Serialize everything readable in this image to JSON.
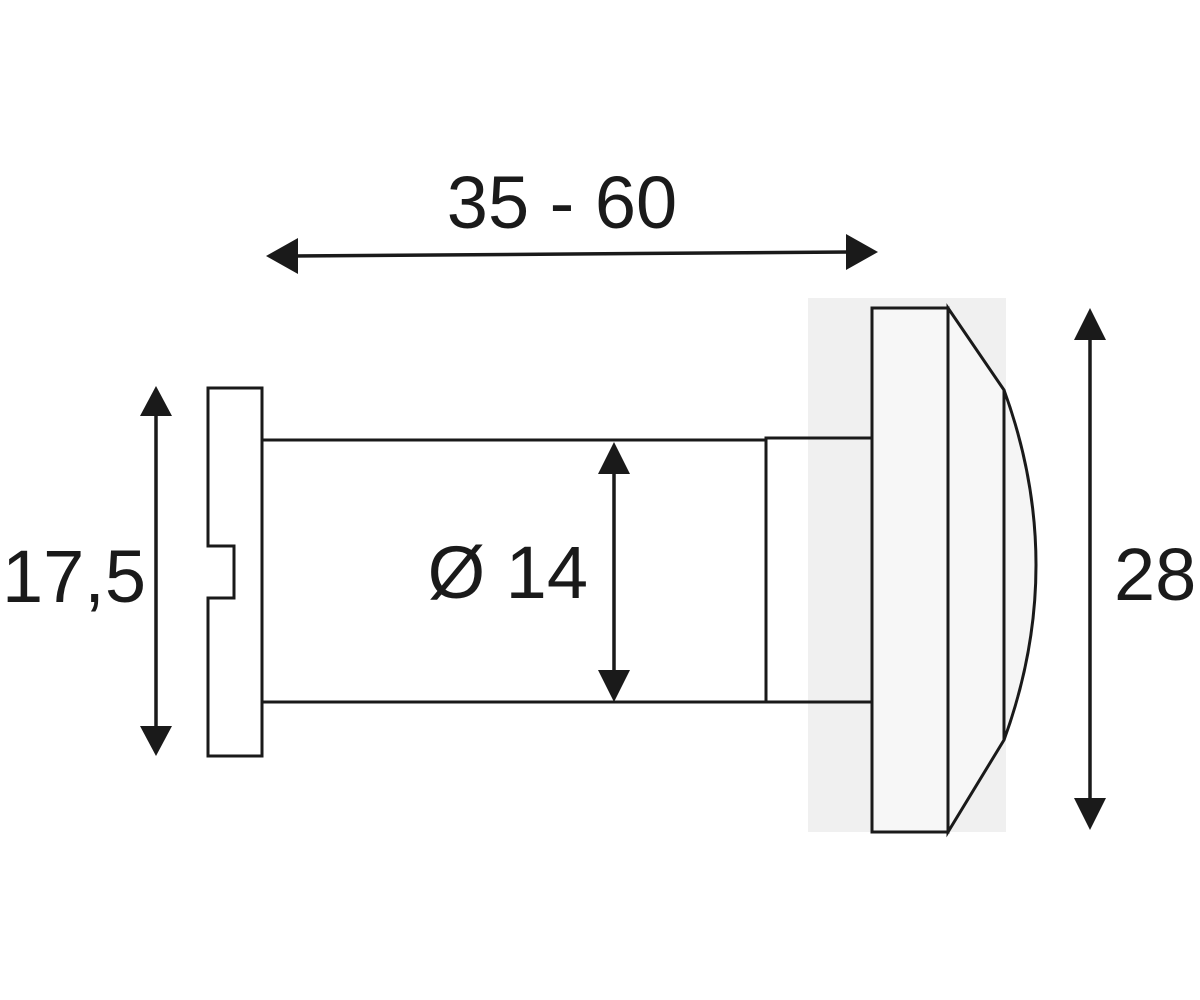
{
  "dimensions": {
    "length_range": "35 - 60",
    "inner_flange_diameter": "17,5",
    "barrel_diameter": "Ø 14",
    "outer_head_diameter": "28"
  },
  "colors": {
    "line": "#1a1a1a",
    "door_section": "#f0f0f0",
    "background": "#ffffff"
  }
}
